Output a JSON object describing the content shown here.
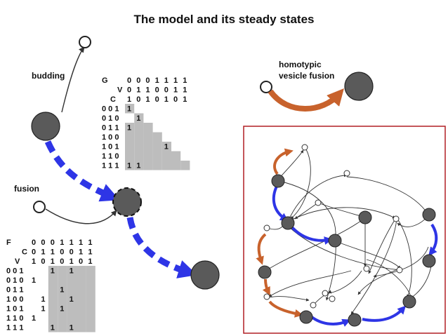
{
  "title": "The model and its steady states",
  "labels": {
    "budding": "budding",
    "fusion": "fusion",
    "homotypic_line1": "homotypic",
    "homotypic_line2": "vesicle fusion"
  },
  "table_G": {
    "corner": "G",
    "header_rows": [
      {
        "label": "",
        "values": [
          "0",
          "0",
          "0",
          "1",
          "1",
          "1",
          "1"
        ]
      },
      {
        "label": "V",
        "values": [
          "0",
          "1",
          "1",
          "0",
          "0",
          "1",
          "1"
        ]
      },
      {
        "label": "C",
        "values": [
          "1",
          "0",
          "1",
          "0",
          "1",
          "0",
          "1"
        ]
      }
    ],
    "row_labels": [
      "0 0 1",
      "0 1 0",
      "0 1 1",
      "1 0 0",
      "1 0 1",
      "1 1 0",
      "1 1 1"
    ],
    "cells": [
      [
        "1",
        "",
        "",
        "",
        "",
        "",
        ""
      ],
      [
        "",
        "1",
        "",
        "",
        "",
        "",
        ""
      ],
      [
        "1",
        "",
        "",
        "",
        "",
        "",
        ""
      ],
      [
        "",
        "",
        "",
        "",
        "",
        "",
        ""
      ],
      [
        "",
        "",
        "",
        "",
        "1",
        "",
        ""
      ],
      [
        "",
        "",
        "",
        "",
        "",
        "",
        ""
      ],
      [
        "1",
        "1",
        "",
        "",
        "",
        "",
        ""
      ]
    ]
  },
  "table_F": {
    "corner": "F",
    "header_rows": [
      {
        "label": "",
        "values": [
          "0",
          "0",
          "0",
          "1",
          "1",
          "1",
          "1"
        ]
      },
      {
        "label": "C",
        "values": [
          "0",
          "1",
          "1",
          "0",
          "0",
          "1",
          "1"
        ]
      },
      {
        "label": "V",
        "values": [
          "1",
          "0",
          "1",
          "0",
          "1",
          "0",
          "1"
        ]
      }
    ],
    "row_labels": [
      "0 0 1",
      "0 1 0",
      "0 1 1",
      "1 0 0",
      "1 0 1",
      "1 1 0",
      "1 1 1"
    ],
    "cells": [
      [
        "",
        "",
        "1",
        "",
        "1",
        "",
        ""
      ],
      [
        "1",
        "",
        "",
        "",
        "",
        "",
        ""
      ],
      [
        "",
        "",
        "",
        "1",
        "",
        "",
        ""
      ],
      [
        "",
        "1",
        "",
        "",
        "1",
        "",
        ""
      ],
      [
        "",
        "1",
        "",
        "1",
        "",
        "",
        ""
      ],
      [
        "1",
        "",
        "",
        "",
        "",
        "",
        ""
      ],
      [
        "",
        "",
        "1",
        "",
        "1",
        "",
        ""
      ]
    ]
  },
  "colors": {
    "blue": "#2e35e6",
    "orange": "#c8622c",
    "node": "#5a5a5a",
    "frame": "#b01f24",
    "cell": "#bdbdbd"
  }
}
